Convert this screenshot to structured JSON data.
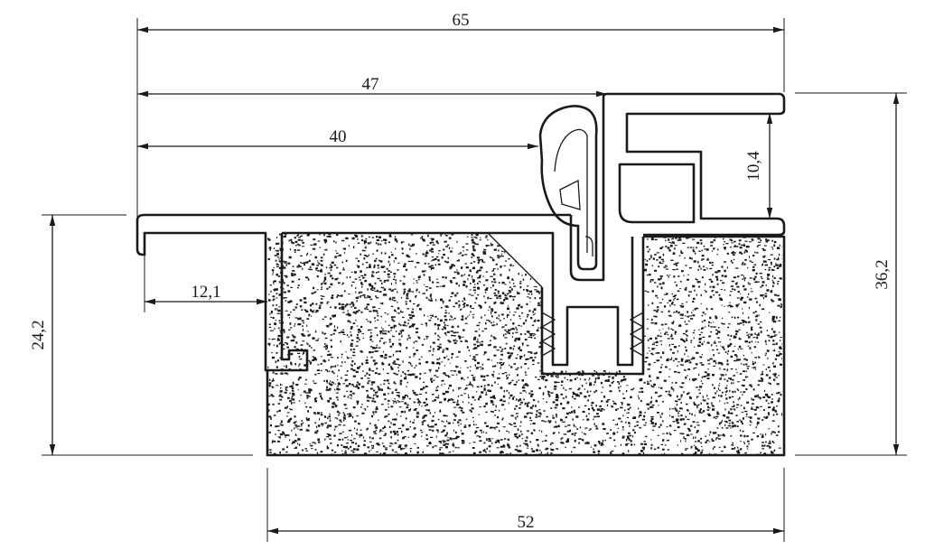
{
  "diagram": {
    "dimensions": {
      "overall_width": "65",
      "width_47": "47",
      "width_40": "40",
      "inner_gap": "12,1",
      "depth_left": "24,2",
      "height_total": "36,2",
      "groove_height": "10,4",
      "base_width": "52"
    },
    "colors": {
      "ink": "#1a1a1a",
      "fill": "#ffffff"
    }
  }
}
